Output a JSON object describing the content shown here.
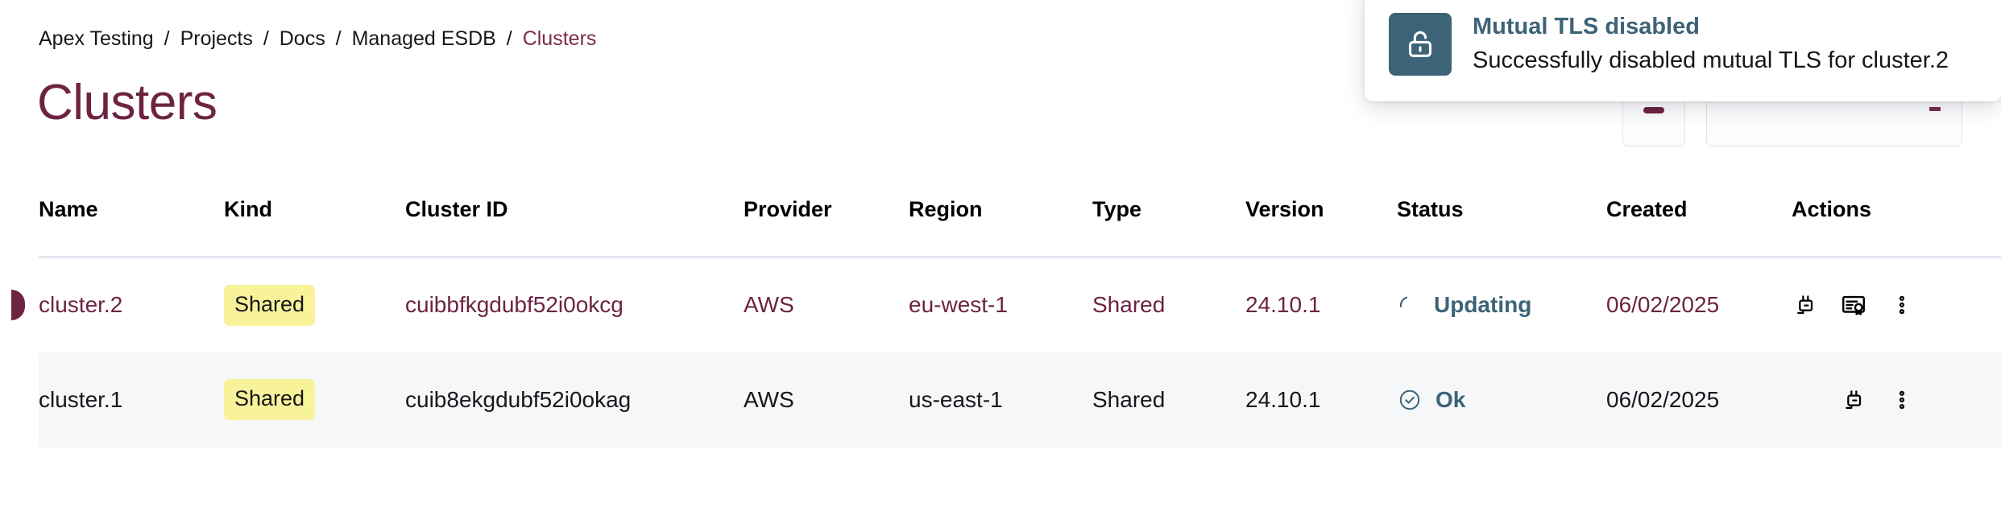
{
  "breadcrumb": {
    "separator": "/",
    "items": [
      {
        "label": "Apex Testing",
        "current": false
      },
      {
        "label": "Projects",
        "current": false
      },
      {
        "label": "Docs",
        "current": false
      },
      {
        "label": "Managed ESDB",
        "current": false
      },
      {
        "label": "Clusters",
        "current": true
      }
    ]
  },
  "page": {
    "title": "Clusters"
  },
  "toast": {
    "icon": "unlock-icon",
    "title": "Mutual TLS disabled",
    "message": "Successfully disabled mutual TLS for cluster.2",
    "icon_bg": "#3d6377",
    "title_color": "#3d6377"
  },
  "table": {
    "columns": [
      "Name",
      "Kind",
      "Cluster ID",
      "Provider",
      "Region",
      "Type",
      "Version",
      "Status",
      "Created",
      "Actions"
    ],
    "rows": [
      {
        "name": "cluster.2",
        "kind": "Shared",
        "cluster_id": "cuibbfkgdubf52i0okcg",
        "provider": "AWS",
        "region": "eu-west-1",
        "type": "Shared",
        "version": "24.10.1",
        "status": "Updating",
        "status_icon": "spinner-icon",
        "created": "06/02/2025",
        "selected": true,
        "actions": [
          "connect-plug-icon",
          "certificate-icon",
          "more-options-icon"
        ]
      },
      {
        "name": "cluster.1",
        "kind": "Shared",
        "cluster_id": "cuib8ekgdubf52i0okag",
        "provider": "AWS",
        "region": "us-east-1",
        "type": "Shared",
        "version": "24.10.1",
        "status": "Ok",
        "status_icon": "check-circle-icon",
        "created": "06/02/2025",
        "selected": false,
        "actions": [
          "connect-plug-icon",
          "more-options-icon"
        ]
      }
    ]
  },
  "colors": {
    "accent_maroon": "#6d2342",
    "status_teal": "#3d6377",
    "badge_yellow": "#f8f29a",
    "row_alt_bg": "#f5f7f9",
    "divider": "#e2e8ef"
  }
}
